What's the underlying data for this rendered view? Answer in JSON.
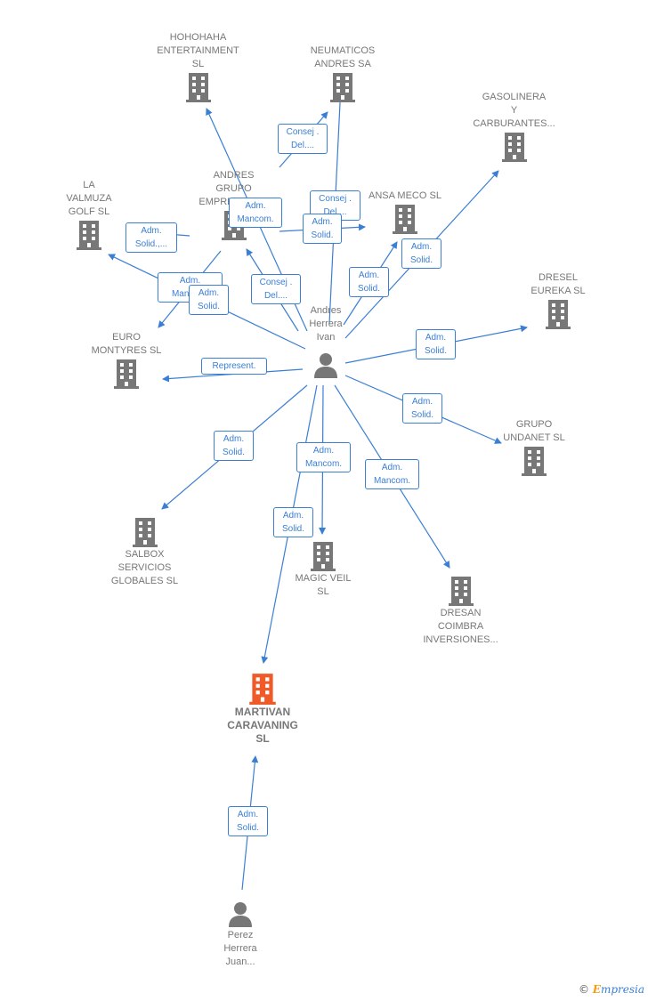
{
  "colors": {
    "edge": "#3a7fd4",
    "company": "#777777",
    "main_company": "#f05a28",
    "person": "#777777",
    "label_text": "#3a7fd4"
  },
  "nodes": {
    "hohohaha": {
      "name": "HOHOHAHA\nENTERTAINMENT\nSL",
      "icon": "building-icon"
    },
    "neumaticos": {
      "name": "NEUMATICOS\nANDRES SA",
      "icon": "building-icon"
    },
    "gasolinera": {
      "name": "GASOLINERA\nY\nCARBURANTES...",
      "icon": "building-icon"
    },
    "valmuza": {
      "name": "LA\nVALMUZA\nGOLF  SL",
      "icon": "building-icon"
    },
    "andres_grupo": {
      "name": "ANDRES\nGRUPO\nEMPRESARIAL",
      "icon": "building-icon"
    },
    "ansa_meco": {
      "name": "ANSA MECO SL",
      "icon": "building-icon"
    },
    "dresel": {
      "name": "DRESEL\nEUREKA  SL",
      "icon": "building-icon"
    },
    "euro_montyres": {
      "name": "EURO\nMONTYRES SL",
      "icon": "building-icon"
    },
    "andres_herrera": {
      "name": "Andres\nHerrera\nIvan",
      "icon": "person-icon"
    },
    "grupo_undanet": {
      "name": "GRUPO\nUNDANET SL",
      "icon": "building-icon"
    },
    "salbox": {
      "name": "SALBOX\nSERVICIOS\nGLOBALES  SL",
      "icon": "building-icon"
    },
    "magic_veil": {
      "name": "MAGIC VEIL\nSL",
      "icon": "building-icon"
    },
    "dresan": {
      "name": "DRESAN\nCOIMBRA\nINVERSIONES...",
      "icon": "building-icon"
    },
    "martivan": {
      "name": "MARTIVAN\nCARAVANING\nSL",
      "icon": "building-icon"
    },
    "perez_herrera": {
      "name": "Perez\nHerrera\nJuan...",
      "icon": "person-icon"
    }
  },
  "edge_labels": {
    "consej_neumaticos": "Consej .\nDel....",
    "consej_ansa": "Consej .\nDel....",
    "adm_mancom_grupo": "Adm.\nMancom.",
    "adm_solid_valmuza": "Adm.\nSolid.,...",
    "adm_solid_grupo_ansa": "Adm.\nSolid.",
    "adm_mancom_euro": "Adm.\nMancom.",
    "adm_solid_euro": "Adm.\nSolid.",
    "consej_grupo": "Consej .\nDel....",
    "adm_solid_ansa": "Adm.\nSolid.",
    "adm_solid_gasolinera": "Adm.\nSolid.",
    "adm_solid_dresel": "Adm.\nSolid.",
    "represent_euro": "Represent.",
    "adm_solid_undanet": "Adm.\nSolid.",
    "adm_solid_salbox": "Adm.\nSolid.",
    "adm_mancom_magic": "Adm.\nMancom.",
    "adm_mancom_dresan": "Adm.\nMancom.",
    "adm_solid_martivan": "Adm.\nSolid.",
    "adm_solid_perez": "Adm.\nSolid."
  },
  "footer": {
    "copyright_symbol": "©",
    "brand_initial": "E",
    "brand_rest": "mpresia"
  }
}
